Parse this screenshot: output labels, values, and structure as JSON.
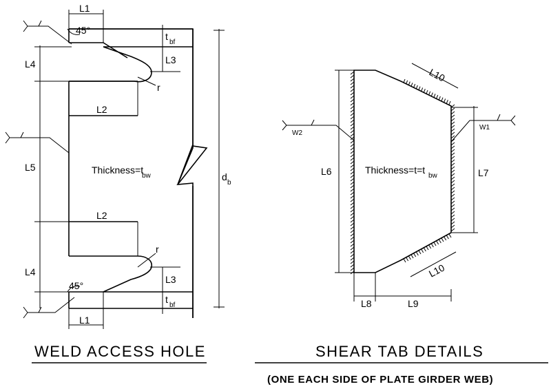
{
  "weld_access_hole": {
    "title": "WELD ACCESS HOLE",
    "thickness_label": "Thickness=t",
    "thickness_subscript": "bw",
    "labels": {
      "L1": "L1",
      "L2": "L2",
      "L3": "L3",
      "L4": "L4",
      "L5": "L5",
      "r": "r",
      "t": "t",
      "bf": "bf",
      "d": "d",
      "b": "b",
      "angle": "45°"
    }
  },
  "shear_tab": {
    "title": "SHEAR TAB DETAILS",
    "subtitle": "(ONE EACH SIDE OF PLATE GIRDER WEB)",
    "thickness_label": "Thickness=t=t",
    "thickness_subscript": "bw",
    "labels": {
      "L6": "L6",
      "L7": "L7",
      "L8": "L8",
      "L9": "L9",
      "L10": "L10",
      "W1": "W1",
      "W2": "W2"
    }
  }
}
